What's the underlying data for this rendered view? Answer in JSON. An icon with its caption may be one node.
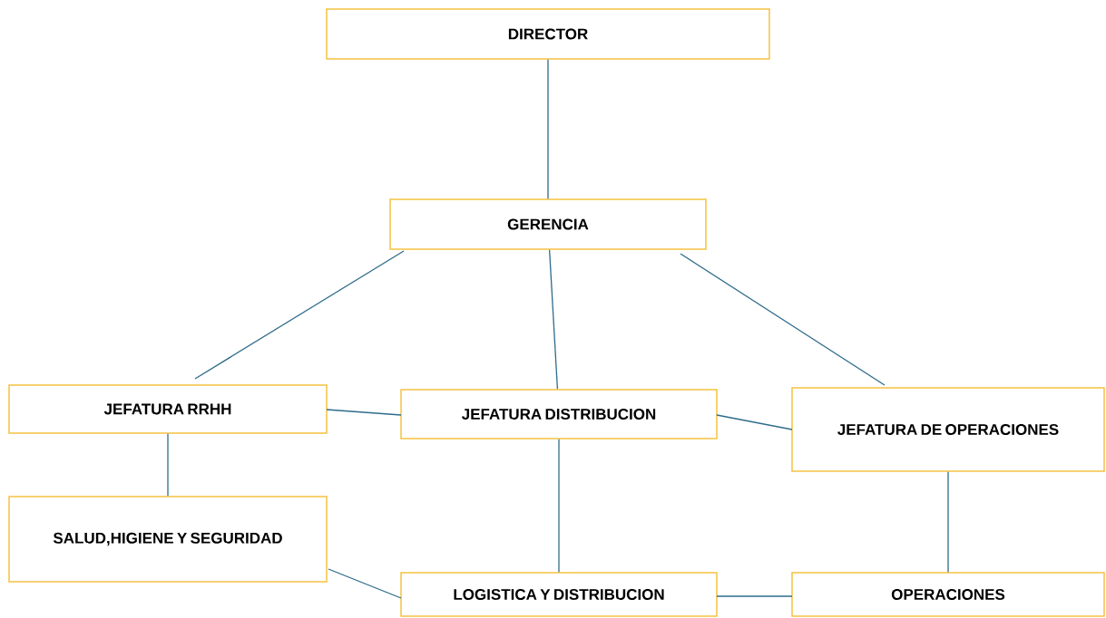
{
  "diagram": {
    "nodes": [
      {
        "text": [
          "DIRECTOR"
        ]
      },
      {
        "text": [
          "GERENCIA"
        ]
      },
      {
        "text": [
          "JEFATURA RRHH"
        ]
      },
      {
        "text": [
          "JEFATURA DISTRIBUCION"
        ]
      },
      {
        "text": [
          "JEFATURA DE OPERACIONES"
        ]
      },
      {
        "text": [
          "SALUD,HIGIENE Y SEGURIDAD"
        ]
      },
      {
        "text": [
          "LOGISTICA Y DISTRIBUCION"
        ]
      },
      {
        "text": [
          "OPERACIONES"
        ]
      }
    ],
    "edges": [
      {
        "from": 0,
        "to": 1,
        "arrow": "none"
      },
      {
        "from": 1,
        "to": 2,
        "arrow": "none"
      },
      {
        "from": 1,
        "to": 3,
        "arrow": "none"
      },
      {
        "from": 1,
        "to": 4,
        "arrow": "none"
      },
      {
        "from": 2,
        "to": 3,
        "arrow": "none"
      },
      {
        "from": 3,
        "to": 4,
        "arrow": "none"
      },
      {
        "from": 2,
        "to": 5,
        "arrow": "none"
      },
      {
        "from": 3,
        "to": 6,
        "arrow": "none"
      },
      {
        "from": 4,
        "to": 7,
        "arrow": "none"
      },
      {
        "from": 5,
        "to": 6,
        "arrow": "none"
      },
      {
        "from": 6,
        "to": 7,
        "arrow": "none"
      }
    ]
  }
}
